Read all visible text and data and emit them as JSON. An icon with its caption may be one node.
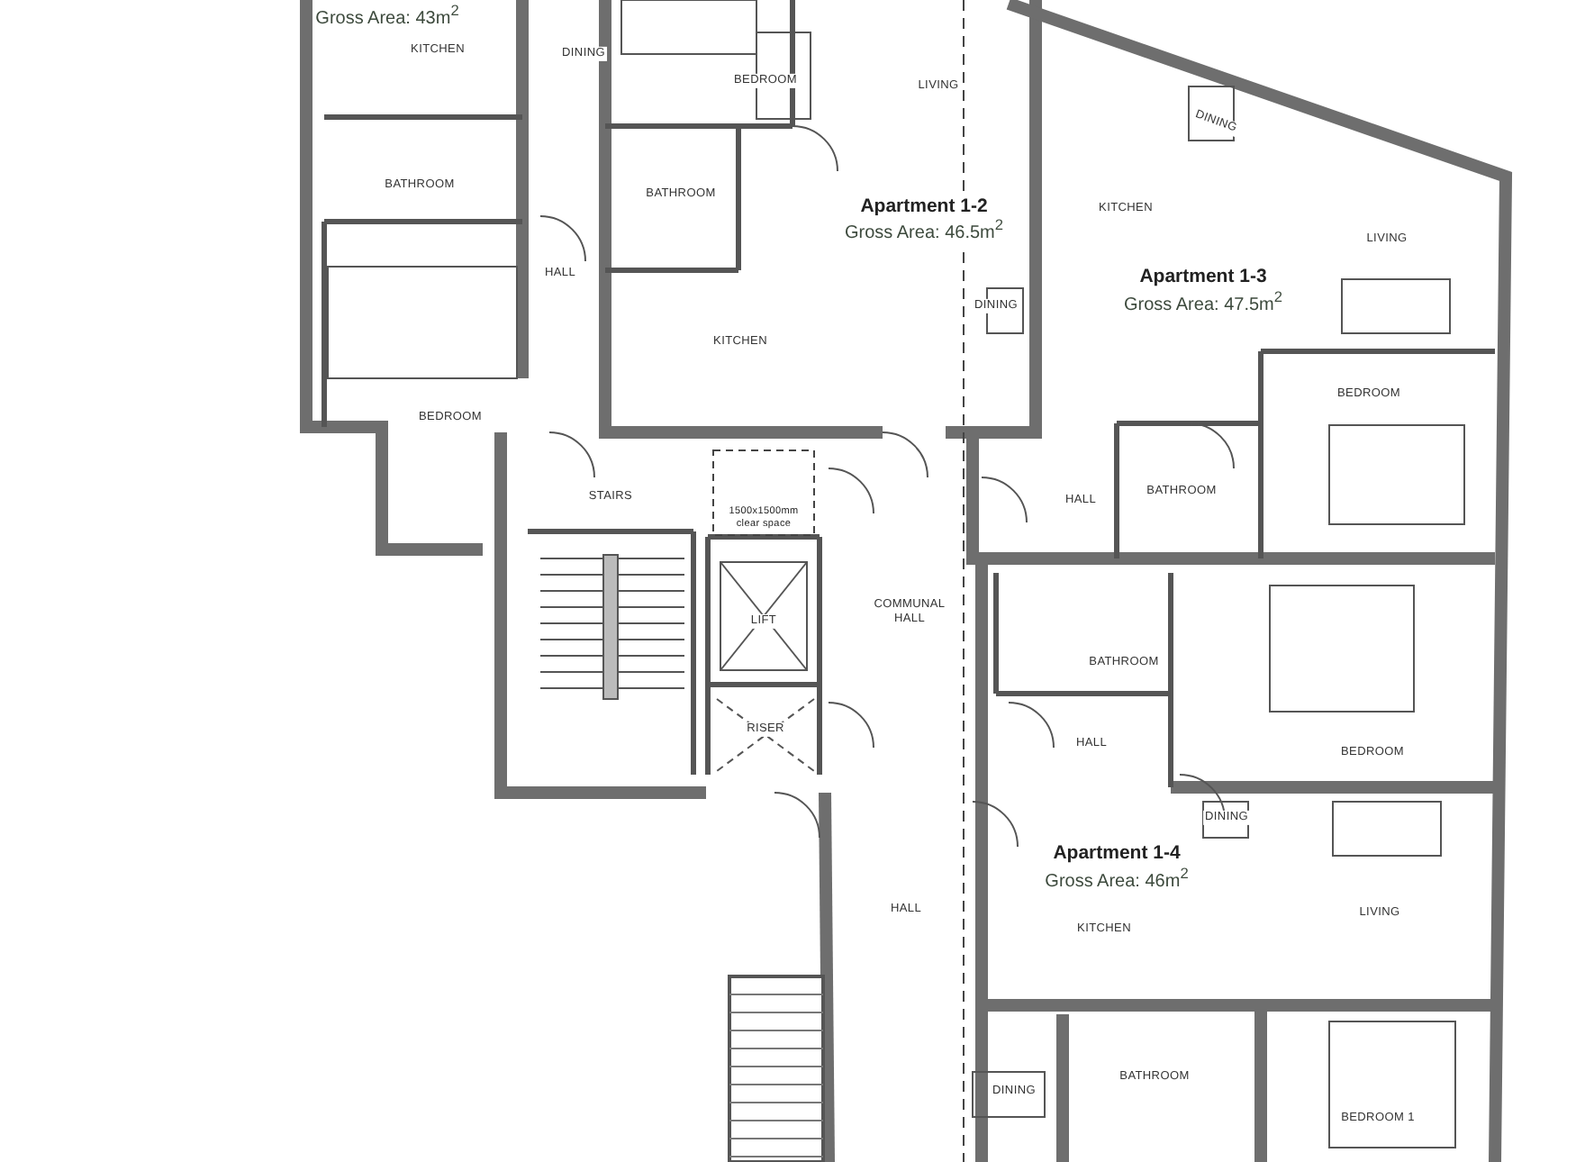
{
  "diagram": {
    "labels": [
      "Gross Area: 43m$^{2}$",
      "DINING",
      "KITCHEN",
      "BATHROOM",
      "HALL",
      "BEDROOM",
      "BEDROOM",
      "LIVING",
      "BATHROOM",
      "Apartment 1-2",
      "Gross Area: 46.5m$^{2}$",
      "KITCHEN",
      "DINING",
      "STAIRS",
      "1500x1500mm clear space",
      "LIFT",
      "RISER",
      "COMMUNAL HALL",
      "DINING",
      "KITCHEN",
      "LIVING",
      "Apartment 1-3",
      "Gross Area: 47.5m$^{2}$",
      "BEDROOM",
      "HALL",
      "BATHROOM",
      "BATHROOM",
      "HALL",
      "BEDROOM",
      "DINING",
      "Apartment 1-4",
      "Gross Area: 46m$^{2}$",
      "KITCHEN",
      "LIVING",
      "HALL",
      "DINING",
      "BATHROOM",
      "BEDROOM 1"
    ]
  }
}
